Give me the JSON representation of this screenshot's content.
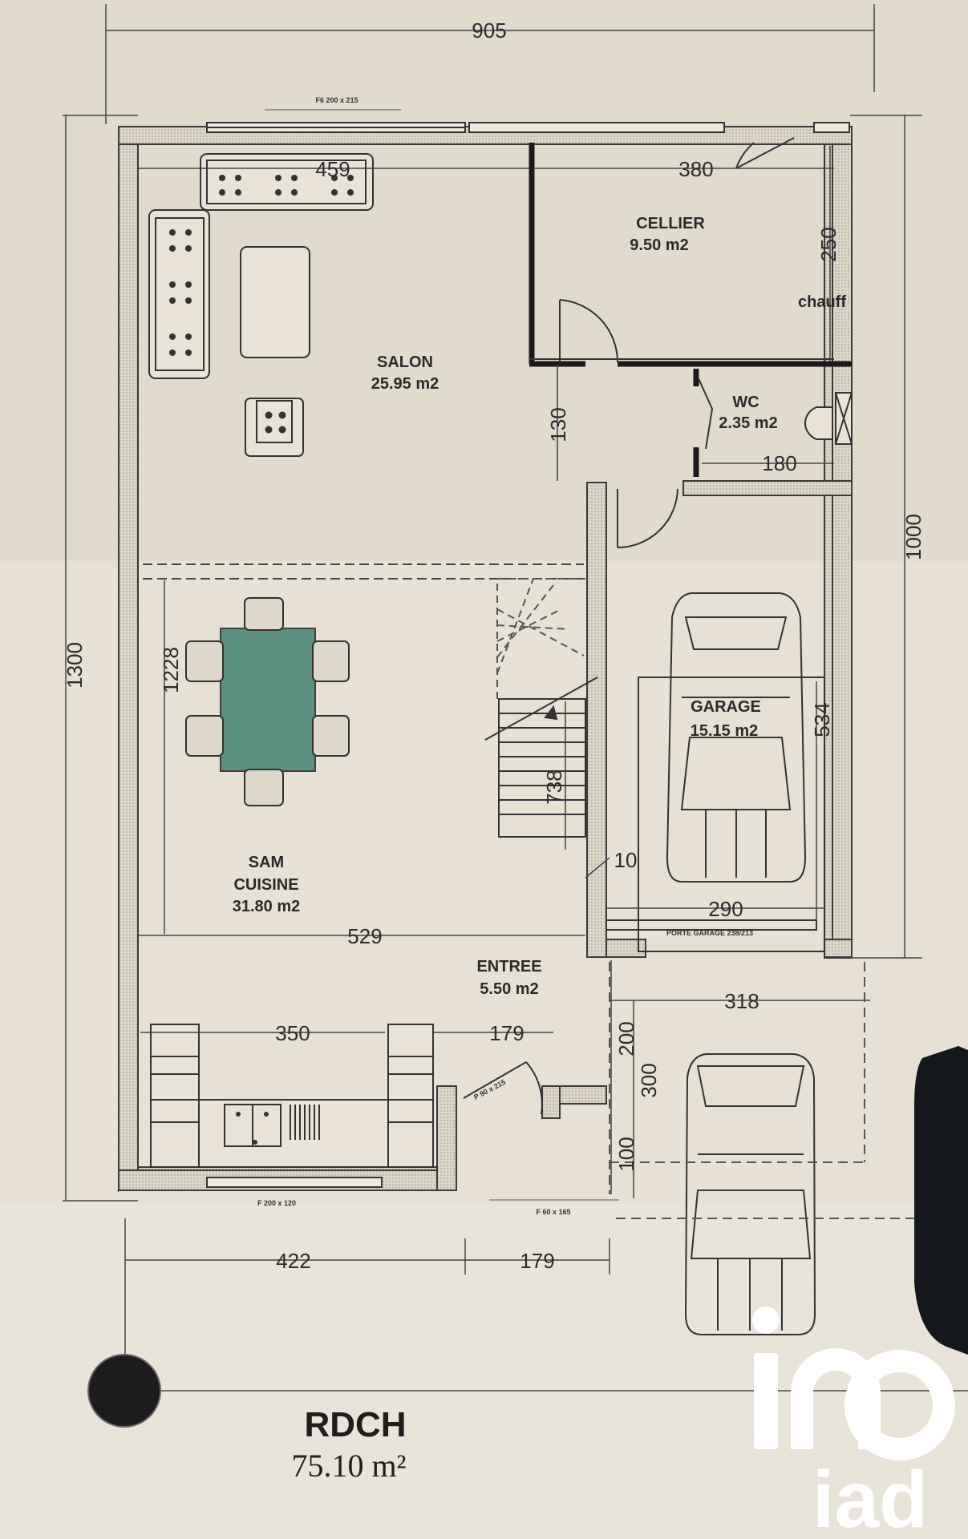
{
  "plan": {
    "title": "RDCH",
    "total_area": "75.10 m²"
  },
  "rooms": {
    "cellier": {
      "name": "CELLIER",
      "area": "9.50 m2"
    },
    "salon": {
      "name": "SALON",
      "area": "25.95 m2"
    },
    "wc": {
      "name": "WC",
      "area": "2.35 m2"
    },
    "garage": {
      "name": "GARAGE",
      "area": "15.15 m2"
    },
    "sam": {
      "name1": "SAM",
      "name2": "CUISINE",
      "area": "31.80 m2"
    },
    "entree": {
      "name": "ENTREE",
      "area": "5.50 m2"
    }
  },
  "labels": {
    "chauff": "chauff",
    "porte_garage": "PORTE GARAGE 238/213",
    "window_top": "F6 200 x 215",
    "window_bottom_left": "F 200 x 120",
    "window_bottom_right": "F 60 x 165",
    "door_entree": "P 90 x 215"
  },
  "dimensions": {
    "overall_width": "905",
    "overall_height": "1300",
    "right_height": "1000",
    "salon_width": "459",
    "cellier_width": "380",
    "cellier_height": "250",
    "hall_height": "130",
    "wc_width": "180",
    "sam_height": "1228",
    "garage_depth": "534",
    "stair_length": "738",
    "wall_10": "10",
    "garage_width": "290",
    "kitchen_width": "529",
    "drive_width": "318",
    "kitchen_run": "350",
    "entree_width": "179",
    "parking_200": "200",
    "parking_300": "300",
    "parking_100": "100",
    "bottom_left": "422",
    "bottom_right": "179"
  },
  "logo": {
    "text": "iad"
  },
  "colors": {
    "paper": "#e4dfd1",
    "ink": "#2c2c2c",
    "table": "#4f8a79"
  }
}
